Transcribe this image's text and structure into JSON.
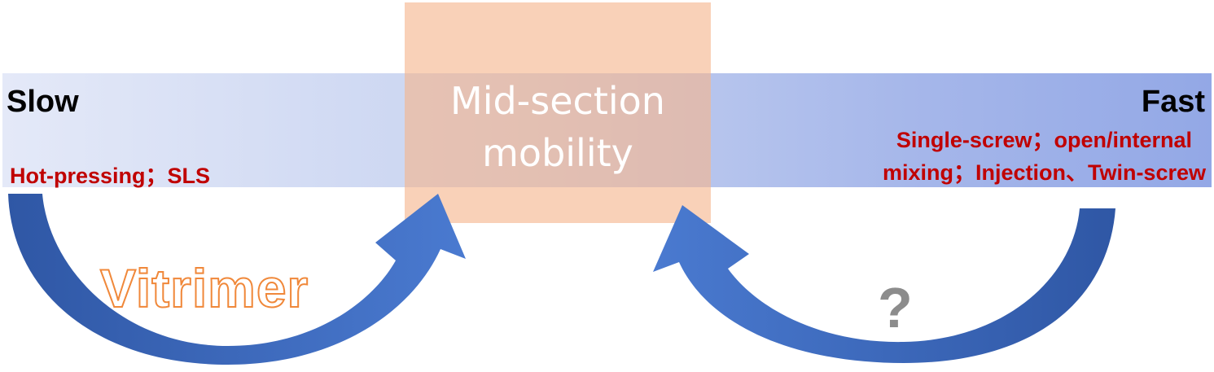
{
  "diagram": {
    "slow_label": "Slow",
    "fast_label": "Fast",
    "slow_methods": "Hot-pressing；SLS",
    "fast_methods_line1": "Single-screw；open/internal",
    "fast_methods_line2": "mixing；Injection、Twin-screw",
    "center_line1": "Mid-section",
    "center_line2": "mobility",
    "left_arrow_caption": "Vitrimer",
    "right_arrow_caption": "?"
  },
  "colors": {
    "band_start": "#e4e9f8",
    "band_end": "#93a8e6",
    "center_box": "#f6b48c",
    "arrow_blue": "#4472c4",
    "method_red": "#c00000",
    "vitrimer_orange": "#f0883a",
    "question_gray": "#8c8c8c"
  }
}
